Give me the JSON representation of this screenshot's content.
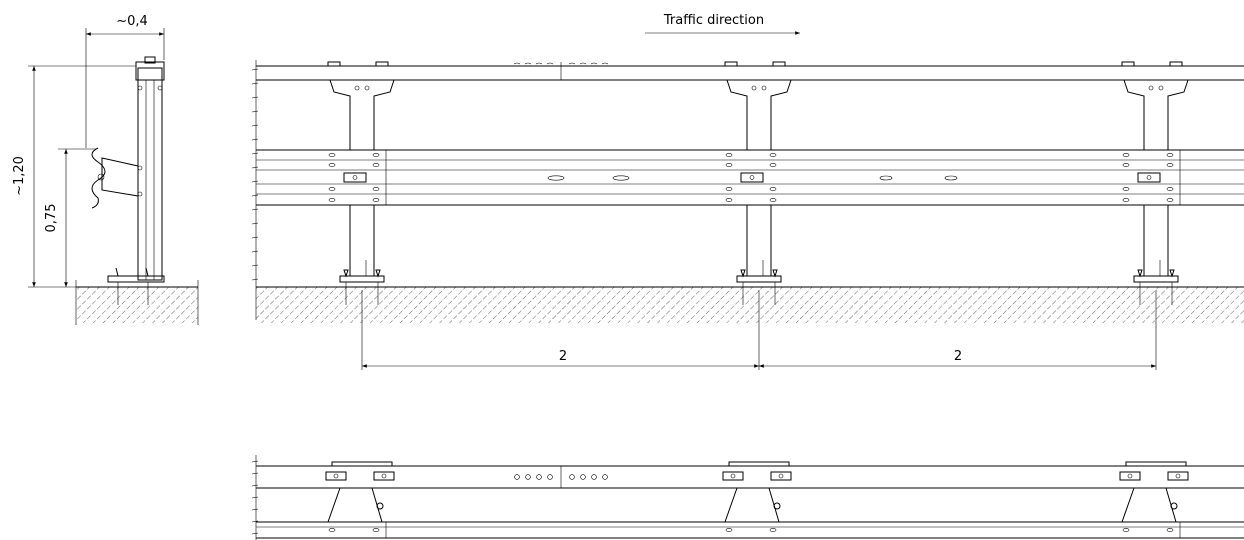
{
  "title": "Traffic direction",
  "dimensions": {
    "width_label": "~0,4",
    "height_label": "~1,20",
    "rail_height_label": "0,75",
    "spacing_labels": [
      "2",
      "2"
    ]
  },
  "views": [
    "side-section",
    "elevation",
    "plan"
  ]
}
